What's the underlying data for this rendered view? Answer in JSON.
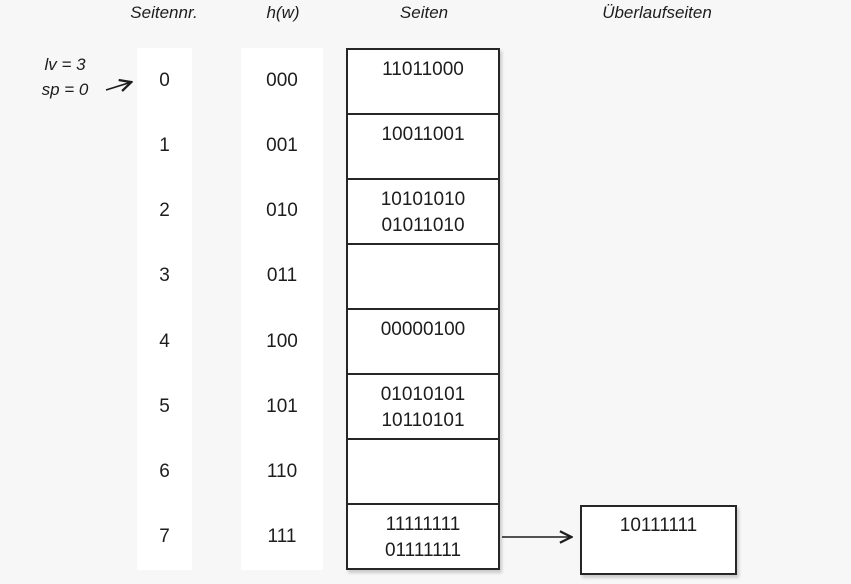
{
  "title": "Lineares Hashing Diagramm",
  "colors": {
    "background": "#f7f7f7",
    "surface": "#ffffff",
    "border": "#262626",
    "text": "#1d1d1d"
  },
  "headers": {
    "seitennr": "Seitennr.",
    "hw": "h(w)",
    "seiten": "Seiten",
    "ueberlaufseiten": "Überlaufseiten"
  },
  "annotation": {
    "line1": "lv = 3",
    "line2": "sp = 0"
  },
  "rows": [
    {
      "pageno": "0",
      "hash": "000",
      "entries": [
        "11011000"
      ]
    },
    {
      "pageno": "1",
      "hash": "001",
      "entries": [
        "10011001"
      ]
    },
    {
      "pageno": "2",
      "hash": "010",
      "entries": [
        "10101010",
        "01011010"
      ]
    },
    {
      "pageno": "3",
      "hash": "011",
      "entries": []
    },
    {
      "pageno": "4",
      "hash": "100",
      "entries": [
        "00000100"
      ]
    },
    {
      "pageno": "5",
      "hash": "101",
      "entries": [
        "01010101",
        "10110101"
      ]
    },
    {
      "pageno": "6",
      "hash": "110",
      "entries": []
    },
    {
      "pageno": "7",
      "hash": "111",
      "entries": [
        "11111111",
        "01111111"
      ]
    }
  ],
  "overflow": {
    "value": "10111111"
  }
}
